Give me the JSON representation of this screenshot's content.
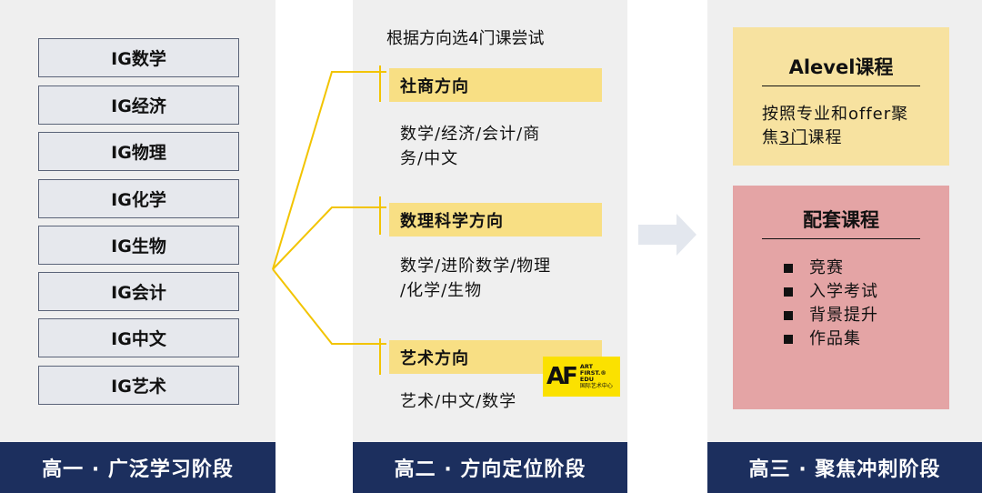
{
  "stage1": {
    "subjects": [
      "IG数学",
      "IG经济",
      "IG物理",
      "IG化学",
      "IG生物",
      "IG会计",
      "IG中文",
      "IG艺术"
    ],
    "footer": "高一 · 广泛学习阶段"
  },
  "stage2": {
    "intro": "根据方向选4门课尝试",
    "directions": [
      {
        "name": "社商方向",
        "subjects_line1": "数学/经济/会计/商",
        "subjects_line2": "务/中文"
      },
      {
        "name": "数理科学方向",
        "subjects_line1": "数学/进阶数学/物理",
        "subjects_line2": "/化学/生物"
      },
      {
        "name": "艺术方向",
        "subjects_line1": "艺术/中文/数学",
        "subjects_line2": ""
      }
    ],
    "logo": {
      "mark": "AF",
      "en_line1": "ART FIRST.®",
      "en_line2": "EDU",
      "cn": "国际艺术中心"
    },
    "footer": "高二 · 方向定位阶段"
  },
  "stage3": {
    "alevel": {
      "title": "Alevel课程",
      "line1": "按照专业和offer聚",
      "line2_pre": "焦",
      "line2_underlined": "3门",
      "line2_post": "课程"
    },
    "support": {
      "title": "配套课程",
      "items": [
        "竞赛",
        "入学考试",
        "背景提升",
        "作品集"
      ]
    },
    "footer": "高三 · 聚焦冲刺阶段"
  },
  "colors": {
    "footer_bg": "#1c2f5e",
    "panel_bg": "#efefef",
    "direction_header": "#f8df84",
    "connector": "#f2c400",
    "alevel_box": "#f7e2a0",
    "support_box": "#e4a4a5",
    "logo_bg": "#fbe100",
    "arrow": "#e3e7ee"
  }
}
